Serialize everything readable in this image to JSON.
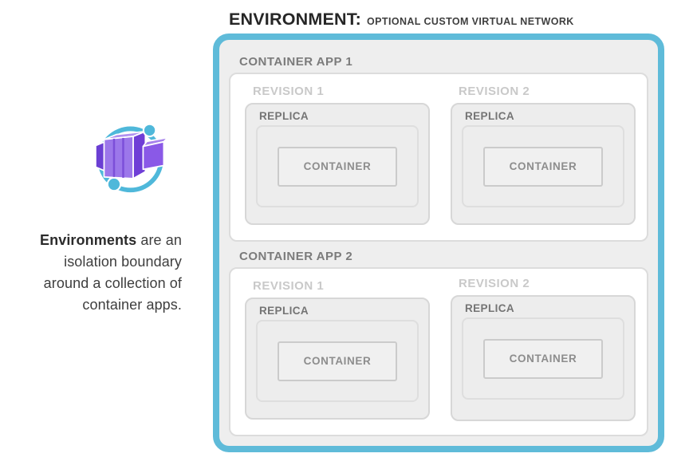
{
  "title": {
    "main": "ENVIRONMENT:",
    "sub": "OPTIONAL CUSTOM VIRTUAL NETWORK"
  },
  "legend": {
    "icon": "azure-container-apps-icon",
    "line1_bold": "Environments",
    "line1_rest": " are an",
    "line2": "isolation boundary",
    "line3": "around a collection of",
    "line4": "container apps."
  },
  "environment": {
    "border_color": "#5FBBD9",
    "fill_color": "#EEEEEE",
    "apps": [
      {
        "label": "CONTAINER APP 1",
        "revisions": [
          {
            "label": "REVISION 1",
            "replica": {
              "label": "REPLICA",
              "container": {
                "label": "CONTAINER"
              }
            }
          },
          {
            "label": "REVISION 2",
            "replica": {
              "label": "REPLICA",
              "container": {
                "label": "CONTAINER"
              }
            }
          }
        ]
      },
      {
        "label": "CONTAINER APP 2",
        "revisions": [
          {
            "label": "REVISION 1",
            "replica": {
              "label": "REPLICA",
              "container": {
                "label": "CONTAINER"
              }
            }
          },
          {
            "label": "REVISION 2",
            "replica": {
              "label": "REPLICA",
              "container": {
                "label": "CONTAINER"
              }
            }
          }
        ]
      }
    ]
  },
  "icon_colors": {
    "orbit": "#4FB8DA",
    "dot": "#4FB8DA",
    "box_front": "#9C77EA",
    "box_top": "#B191F0",
    "box_right_face": "#6F3ED6",
    "box_side_left": "#6B3FD3",
    "box_right_front": "#8A59E7",
    "box_right_top": "#A783EC",
    "ridge": "#7C4FD9"
  }
}
